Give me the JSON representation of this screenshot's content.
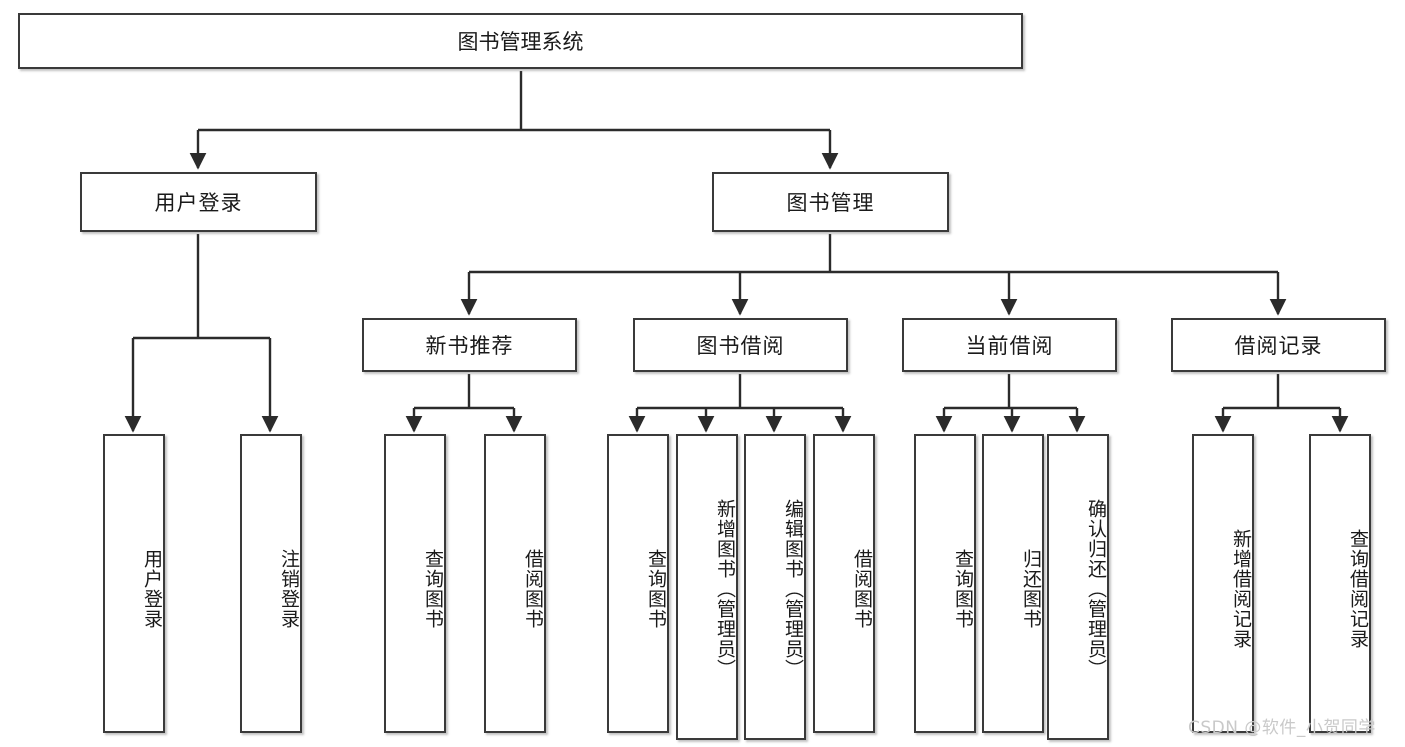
{
  "diagram": {
    "title": "图书管理系统",
    "watermark": "CSDN @软件_小贺同学",
    "colors": {
      "box_border": "#3a3a3a",
      "box_fill": "#ffffff",
      "connector": "#2b2b2b",
      "text": "#1a1a1a",
      "watermark": "#c9c9c9"
    },
    "root": {
      "label": "图书管理系统"
    },
    "level2": [
      {
        "label": "用户登录"
      },
      {
        "label": "图书管理"
      }
    ],
    "level3": [
      {
        "label": "新书推荐"
      },
      {
        "label": "图书借阅"
      },
      {
        "label": "当前借阅"
      },
      {
        "label": "借阅记录"
      }
    ],
    "leaves": {
      "user_login": [
        {
          "label": "用户登录"
        },
        {
          "label": "注销登录"
        }
      ],
      "new_book": [
        {
          "label": "查询图书"
        },
        {
          "label": "借阅图书"
        }
      ],
      "book_borrow": [
        {
          "label": "查询图书"
        },
        {
          "label": "新增图书（管理员）"
        },
        {
          "label": "编辑图书（管理员）"
        },
        {
          "label": "借阅图书"
        }
      ],
      "current_borrow": [
        {
          "label": "查询图书"
        },
        {
          "label": "归还图书"
        },
        {
          "label": "确认归还（管理员）"
        }
      ],
      "borrow_record": [
        {
          "label": "新增借阅记录"
        },
        {
          "label": "查询借阅记录"
        }
      ]
    }
  }
}
